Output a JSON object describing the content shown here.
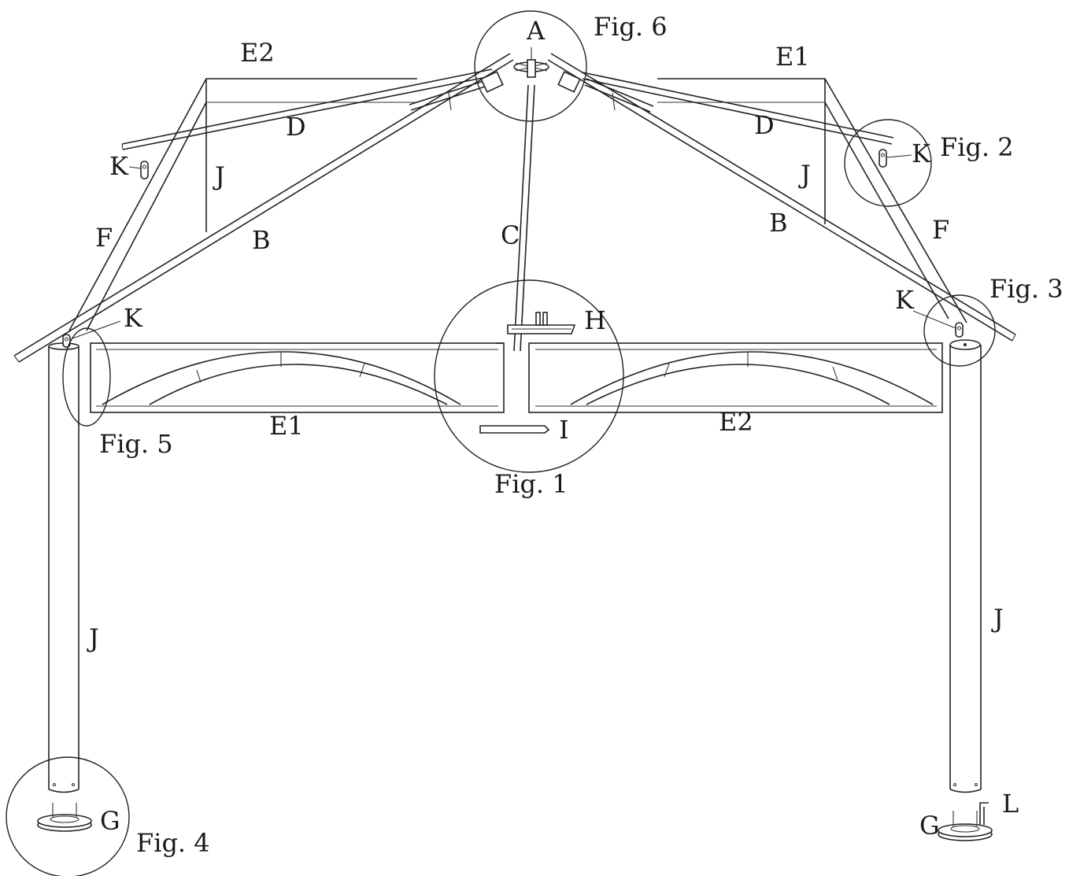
{
  "parts": {
    "A": "A",
    "B": "B",
    "C": "C",
    "D": "D",
    "E1": "E1",
    "E2": "E2",
    "F": "F",
    "G": "G",
    "H": "H",
    "I": "I",
    "J": "J",
    "K": "K",
    "L": "L"
  },
  "figures": {
    "fig1": "Fig. 1",
    "fig2": "Fig. 2",
    "fig3": "Fig. 3",
    "fig4": "Fig. 4",
    "fig5": "Fig. 5",
    "fig6": "Fig. 6"
  }
}
